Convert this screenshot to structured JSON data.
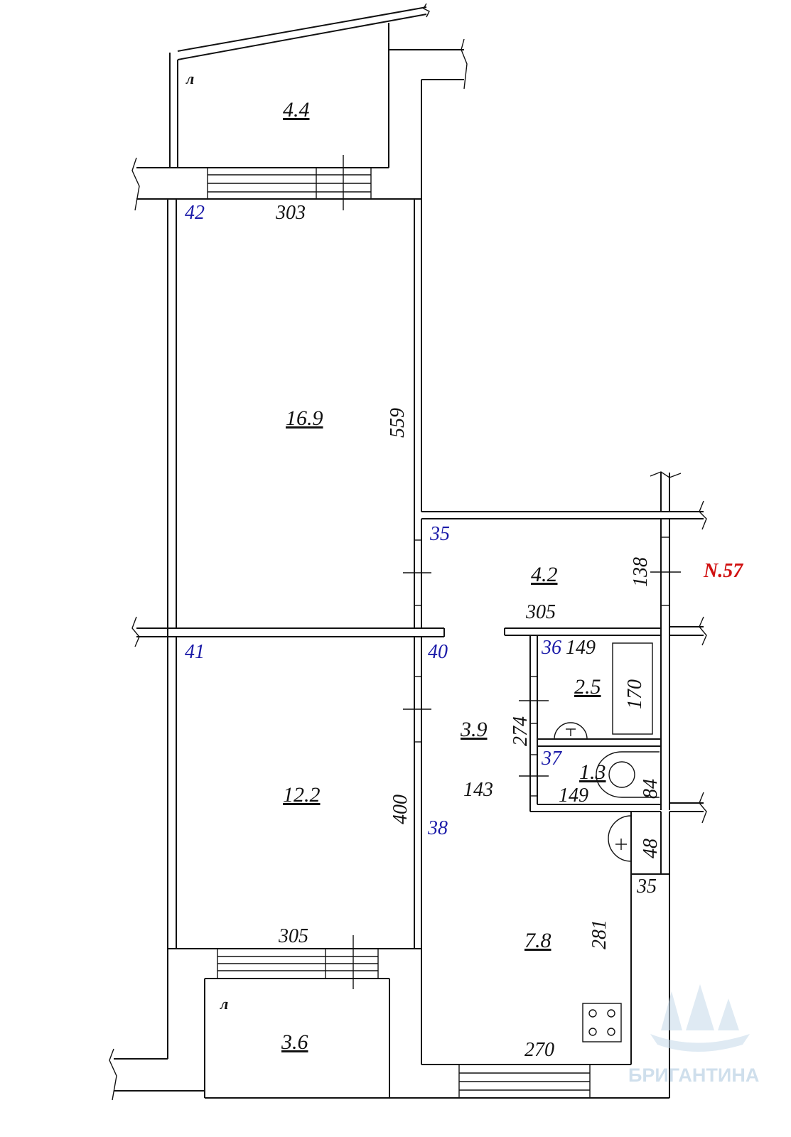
{
  "plan": {
    "apartment_number": "N.57",
    "watermark": "БРИГАНТИНА",
    "colors": {
      "line": "#111111",
      "room_number": "#1a1aa8",
      "apartment_number": "#d01010",
      "watermark": "#a9c6de"
    },
    "areas": {
      "balcony_top": "4.4",
      "room_large": "16.9",
      "corridor_top": "4.2",
      "bathroom": "2.5",
      "hall": "3.9",
      "toilet": "1.3",
      "room_small": "12.2",
      "kitchen": "7.8",
      "balcony_bottom": "3.6"
    },
    "dimensions": {
      "d303": "303",
      "d559": "559",
      "d305_corridor": "305",
      "d138": "138",
      "d149_bath": "149",
      "d170": "170",
      "d274": "274",
      "d143": "143",
      "d149_toilet": "149",
      "d84": "84",
      "d48": "48",
      "d35": "35",
      "d281": "281",
      "d400": "400",
      "d305_room": "305",
      "d270": "270"
    },
    "room_numbers": {
      "n42": "42",
      "n35": "35",
      "n41": "41",
      "n40": "40",
      "n36": "36",
      "n37": "37",
      "n38": "38"
    },
    "balcony_marks": {
      "top": "л",
      "bottom": "л"
    }
  }
}
